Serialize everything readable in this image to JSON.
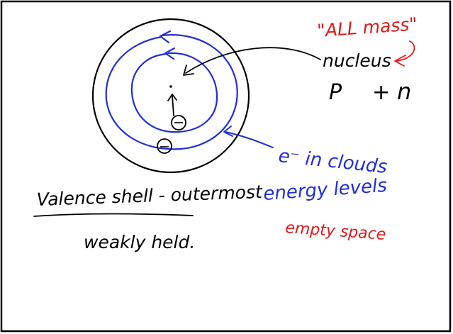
{
  "colors": {
    "background": "#ffffff",
    "frame": "#000000",
    "ink_black": "#000000",
    "ink_blue": "#1f2fd6",
    "ink_red": "#e01818"
  },
  "atom": {
    "nucleus_label": "nucleus",
    "all_mass_label": "\"ALL mass\"",
    "particles": {
      "proton": "P",
      "plus": "+",
      "neutron": "n"
    },
    "electron_symbol": "e⁻",
    "electron_charge": "⊖"
  },
  "electron_notes": {
    "line1": "e⁻ in clouds",
    "line2": "energy levels",
    "line3": "empty space"
  },
  "valence_notes": {
    "line1": "Valence shell - outermost",
    "line2": "weakly held."
  }
}
